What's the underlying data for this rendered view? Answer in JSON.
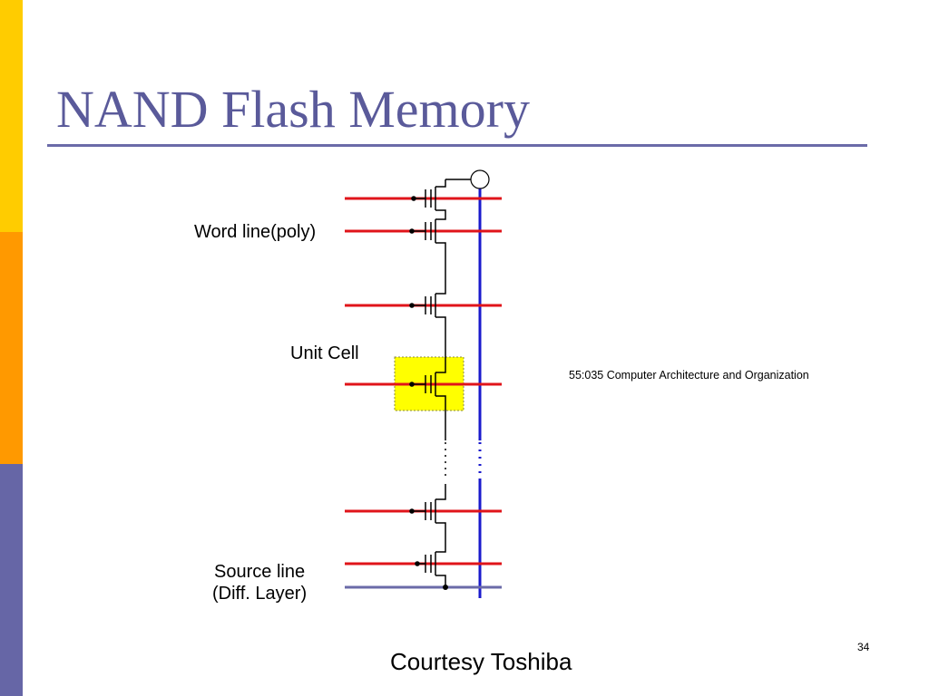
{
  "slide": {
    "title": "NAND Flash Memory",
    "page_number": "34",
    "course": "55:035 Computer Architecture and Organization",
    "courtesy": "Courtesy Toshiba"
  },
  "diagram": {
    "labels": {
      "word_line": "Word line(poly)",
      "unit_cell": "Unit Cell",
      "source_line_1": "Source line",
      "source_line_2": "(Diff. Layer)"
    },
    "colors": {
      "word_line": "#e0141a",
      "bit_line": "#1a1acc",
      "source_line": "#6b6ba8",
      "unit_cell_highlight": "#ffff00",
      "sidebar_top": "#ffcc00",
      "sidebar_middle": "#ff9900",
      "sidebar_bottom": "#6666a6",
      "title": "#5a5a9a"
    }
  }
}
